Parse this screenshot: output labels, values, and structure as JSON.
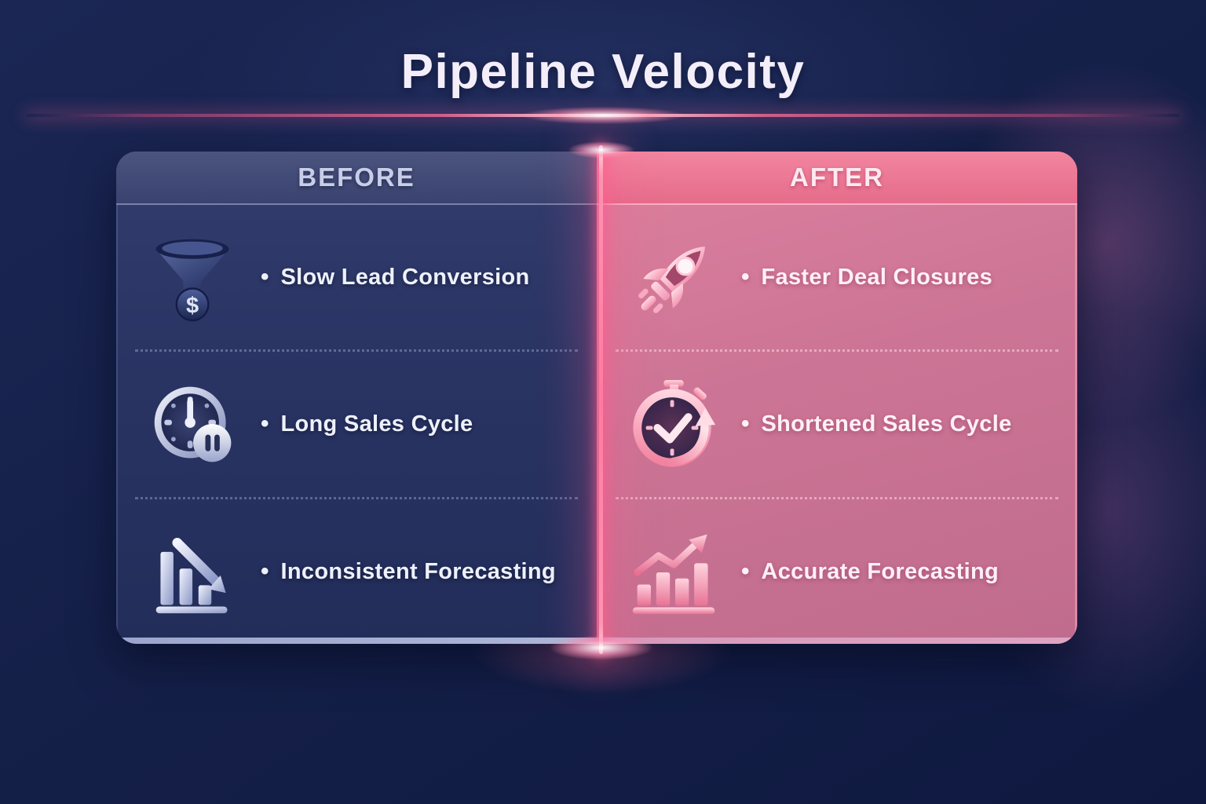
{
  "page": {
    "title": "Pipeline Velocity",
    "bullet": "•"
  },
  "colors": {
    "background_navy": "#15204a",
    "before_header": "#404a77",
    "before_panel": "#2a3463",
    "before_text": "#eef1fb",
    "after_header": "#ea7591",
    "after_panel": "#c97394",
    "after_text": "#fff0f6",
    "divider_glow_pink": "#ff7ba0",
    "title_text": "#f3eef9"
  },
  "icons": {
    "dollar_sign": "$"
  },
  "panels": {
    "before": {
      "header": "BEFORE",
      "items": [
        {
          "icon": "funnel-dollar-icon",
          "label": "Slow Lead Conversion"
        },
        {
          "icon": "clock-pause-icon",
          "label": "Long Sales Cycle"
        },
        {
          "icon": "declining-chart-icon",
          "label": "Inconsistent Forecasting"
        }
      ]
    },
    "after": {
      "header": "AFTER",
      "items": [
        {
          "icon": "rocket-icon",
          "label": "Faster Deal Closures"
        },
        {
          "icon": "stopwatch-check-icon",
          "label": "Shortened Sales Cycle"
        },
        {
          "icon": "rising-chart-icon",
          "label": "Accurate Forecasting"
        }
      ]
    }
  }
}
